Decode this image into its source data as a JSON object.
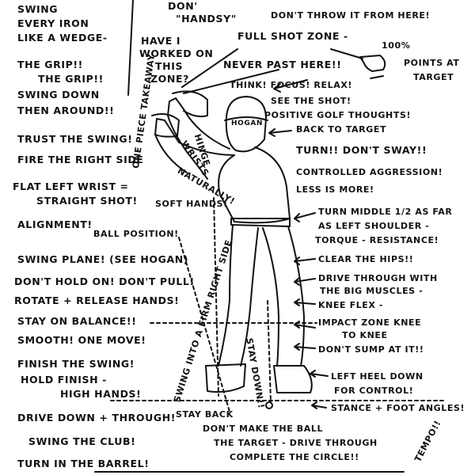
{
  "notes": {
    "left": [
      "SWING",
      "EVERY IRON",
      "LIKE A WEDGE-",
      "THE GRIP!!",
      "THE GRIP!!",
      "SWING DOWN",
      "THEN AROUND!!",
      "TRUST THE SWING!",
      "FIRE THE RIGHT SIDE",
      "FLAT LEFT WRIST =",
      "STRAIGHT SHOT!",
      "ALIGNMENT!",
      "BALL POSITION!",
      "SWING PLANE! (SEE HOGAN)",
      "DON'T HOLD ON! DON'T PULL!",
      "ROTATE + RELEASE HANDS!",
      "STAY ON BALANCE!!",
      "SMOOTH! ONE MOVE!",
      "FINISH THE SWING!",
      "HOLD FINISH -",
      "HIGH HANDS!",
      "DRIVE DOWN + THROUGH!",
      "SWING THE CLUB!",
      "TURN IN THE BARREL!"
    ],
    "center": [
      "DON'",
      "\"HANDSY\"",
      "HAVE I",
      "WORKED ON",
      "THIS",
      "ZONE?",
      "FULL SHOT ZONE -",
      "NEVER PAST HERE!!",
      "100%",
      "THINK! FOCUS! RELAX!",
      "SEE THE SHOT!",
      "POSITIVE GOLF THOUGHTS!",
      "SOFT HANDS!",
      "STAY BACK",
      "DON'T MAKE THE BALL",
      "THE TARGET - DRIVE THROUGH",
      "COMPLETE THE CIRCLE!!"
    ],
    "right": [
      "DON'T THROW IT FROM HERE!",
      "POINTS AT",
      "TARGET",
      "BACK TO TARGET",
      "TURN!! DON'T SWAY!!",
      "CONTROLLED AGGRESSION!",
      "LESS IS MORE!",
      "TURN MIDDLE 1/2 AS FAR",
      "AS LEFT SHOULDER -",
      "TORQUE - RESISTANCE!",
      "CLEAR THE HIPS!!",
      "DRIVE THROUGH WITH",
      "THE BIG MUSCLES -",
      "KNEE FLEX -",
      "IMPACT ZONE KNEE",
      "TO KNEE",
      "DON'T SUMP AT IT!!",
      "LEFT HEEL DOWN",
      "FOR CONTROL!",
      "STANCE + FOOT ANGLES!",
      "TEMPO!!"
    ],
    "rotated": [
      "ONE PIECE TAKEAWAY",
      "HINGE",
      "WRISTS",
      "NATURALLY!",
      "SWING INTO A FIRM RIGHT SIDE",
      "STAY DOWN!!"
    ],
    "cap": "HOGAN"
  }
}
